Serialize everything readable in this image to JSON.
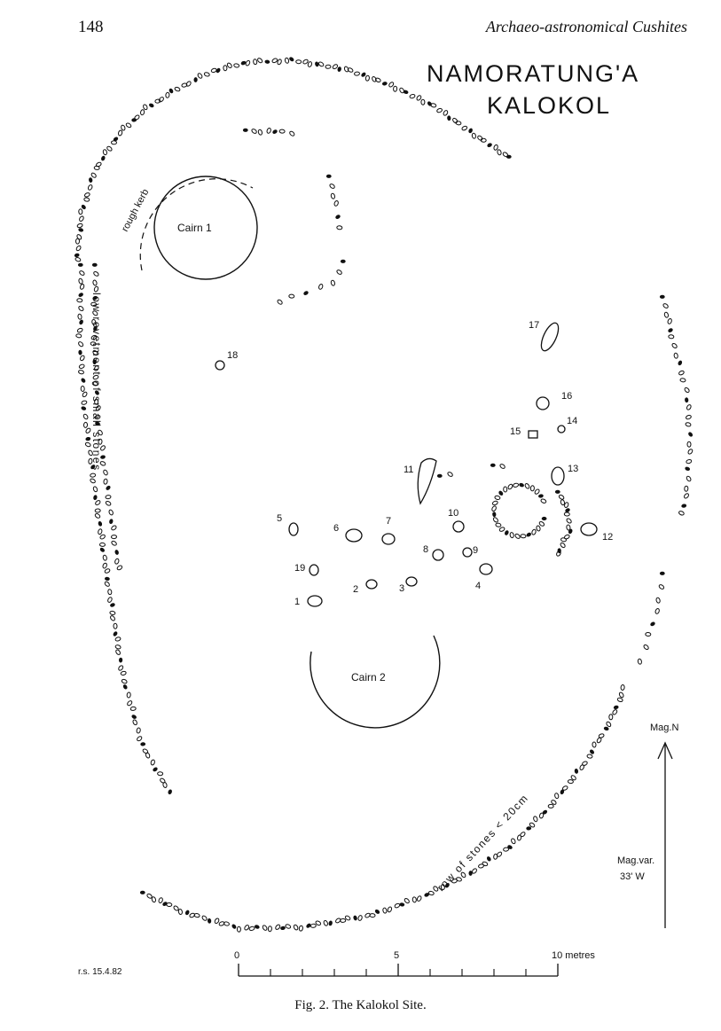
{
  "header": {
    "page_number": "148",
    "running_head": "Archaeo-astronomical Cushites"
  },
  "figure": {
    "title_line1": "NAMORATUNG'A",
    "title_line2": "KALOKOL",
    "cairn1_label": "Cairn 1",
    "cairn2_label": "Cairn 2",
    "rough_kerb_label": "rough kerb",
    "revetment_label": "low revetment of small stones",
    "stone_row_label": "row of stones < 20cm",
    "north_label": "Mag.N",
    "mag_var_label": "Mag.var.",
    "mag_var_value": "33' W",
    "scale": {
      "start": "0",
      "mid": "5",
      "end": "10 metres"
    },
    "initials": "r.s. 15.4.82",
    "stone_numbers": [
      "1",
      "2",
      "3",
      "4",
      "5",
      "6",
      "7",
      "8",
      "9",
      "10",
      "11",
      "12",
      "13",
      "14",
      "15",
      "16",
      "17",
      "18",
      "19"
    ]
  },
  "caption": "Fig. 2. The Kalokol Site."
}
